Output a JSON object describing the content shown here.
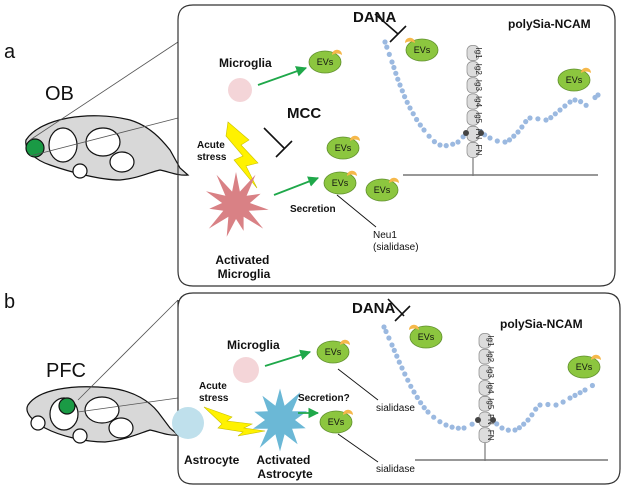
{
  "panel_a": {
    "letter": "a",
    "region": "OB",
    "dana": "DANA",
    "mcc": "MCC",
    "microglia": "Microglia",
    "acute_stress": [
      "Acute",
      "stress"
    ],
    "activated": [
      "Activated",
      "Microglia"
    ],
    "secretion": "Secretion",
    "neu1": [
      "Neu1",
      "(sialidase)"
    ],
    "receptor": "polySia-NCAM",
    "ev": "EVs",
    "domains": [
      "Ig1",
      "Ig2",
      "Ig3",
      "Ig4",
      "Ig5",
      "FN",
      "FN"
    ]
  },
  "panel_b": {
    "letter": "b",
    "region": "PFC",
    "dana": "DANA",
    "microglia": "Microglia",
    "acute_stress": [
      "Acute",
      "stress"
    ],
    "astrocyte": "Astrocyte",
    "activated": [
      "Activated",
      "Astrocyte"
    ],
    "secretion": "Secretion?",
    "sialidase_1": "sialidase",
    "sialidase_2": "sialidase",
    "receptor": "polySia-NCAM",
    "ev": "EVs",
    "domains": [
      "Ig1",
      "Ig2",
      "Ig3",
      "Ig4",
      "Ig5",
      "FN",
      "FN"
    ]
  },
  "colors": {
    "ev_fill": "#8cc63f",
    "ev_stroke": "#5f8f2c",
    "protein": "#f6b84b",
    "polysia": "#9bb9e0",
    "microglia_rest": "#f4d5d8",
    "microglia_active": "#d98185",
    "astrocyte_rest": "#bfe0ec",
    "astrocyte_active": "#6bb8d6",
    "stress": "#fff200",
    "arrow": "#1fa84a",
    "brain_hl": "#1a9a45",
    "ncam_fill": "#dcdcdc"
  }
}
